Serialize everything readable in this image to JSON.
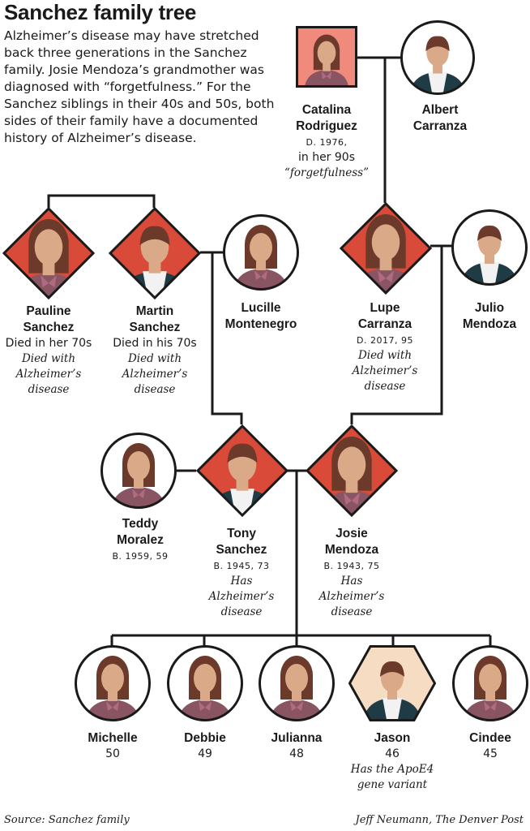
{
  "title": "Sanchez family tree",
  "intro": "Alzheimer’s disease may have stretched back three generations in the Sanchez family. Josie Mendoza’s grandmother was diagnosed with “forgetfulness.” For the Sanchez siblings in their 40s and 50s, both sides of their family have a documented history of Alzheimer’s disease.",
  "colors": {
    "affected": "#d94a38",
    "affected_light": "#ef8a7c",
    "carrier": "#f5dcc2",
    "outline": "#1a1a1a",
    "skin": "#d9a988",
    "hair": "#6b3a2a",
    "female_shirt": "#8a5562",
    "male_jacket": "#1f3b46"
  },
  "people": {
    "catalina": {
      "name": "Catalina Rodriguez",
      "line1": "D. 1976,",
      "line2": "in her 90s",
      "note": "“forgetfulness”",
      "icon": "woman-avatar-icon"
    },
    "albert": {
      "name": "Albert Carranza",
      "icon": "man-avatar-icon"
    },
    "pauline": {
      "name": "Pauline Sanchez",
      "line1": "Died in her 70s",
      "note": "Died with Alzheimer’s disease",
      "icon": "woman-avatar-icon"
    },
    "martin": {
      "name": "Martin Sanchez",
      "line1": "Died in his 70s",
      "note": "Died with Alzheimer’s disease",
      "icon": "man-avatar-icon"
    },
    "lucille": {
      "name": "Lucille Montenegro",
      "icon": "woman-avatar-icon"
    },
    "lupe": {
      "name": "Lupe Carranza",
      "line1": "D. 2017, 95",
      "note": "Died with Alzheimer’s disease",
      "icon": "woman-avatar-icon"
    },
    "julio": {
      "name": "Julio Mendoza",
      "icon": "man-avatar-icon"
    },
    "teddy": {
      "name": "Teddy Moralez",
      "line1": "B. 1959, 59",
      "icon": "woman-avatar-icon"
    },
    "tony": {
      "name": "Tony Sanchez",
      "line1": "B. 1945, 73",
      "note": "Has Alzheimer’s disease",
      "icon": "man-avatar-icon"
    },
    "josie": {
      "name": "Josie Mendoza",
      "line1": "B. 1943, 75",
      "note": "Has Alzheimer’s disease",
      "icon": "woman-avatar-icon"
    },
    "michelle": {
      "name": "Michelle",
      "line1": "50",
      "icon": "woman-avatar-icon"
    },
    "debbie": {
      "name": "Debbie",
      "line1": "49",
      "icon": "woman-avatar-icon"
    },
    "julianna": {
      "name": "Julianna",
      "line1": "48",
      "icon": "woman-avatar-icon"
    },
    "jason": {
      "name": "Jason",
      "line1": "46",
      "note": "Has the ApoE4 gene variant",
      "icon": "man-avatar-icon"
    },
    "cindee": {
      "name": "Cindee",
      "line1": "45",
      "icon": "woman-avatar-icon"
    }
  },
  "footer": {
    "source": "Source: Sanchez family",
    "credit": "Jeff Neumann, The Denver Post"
  }
}
